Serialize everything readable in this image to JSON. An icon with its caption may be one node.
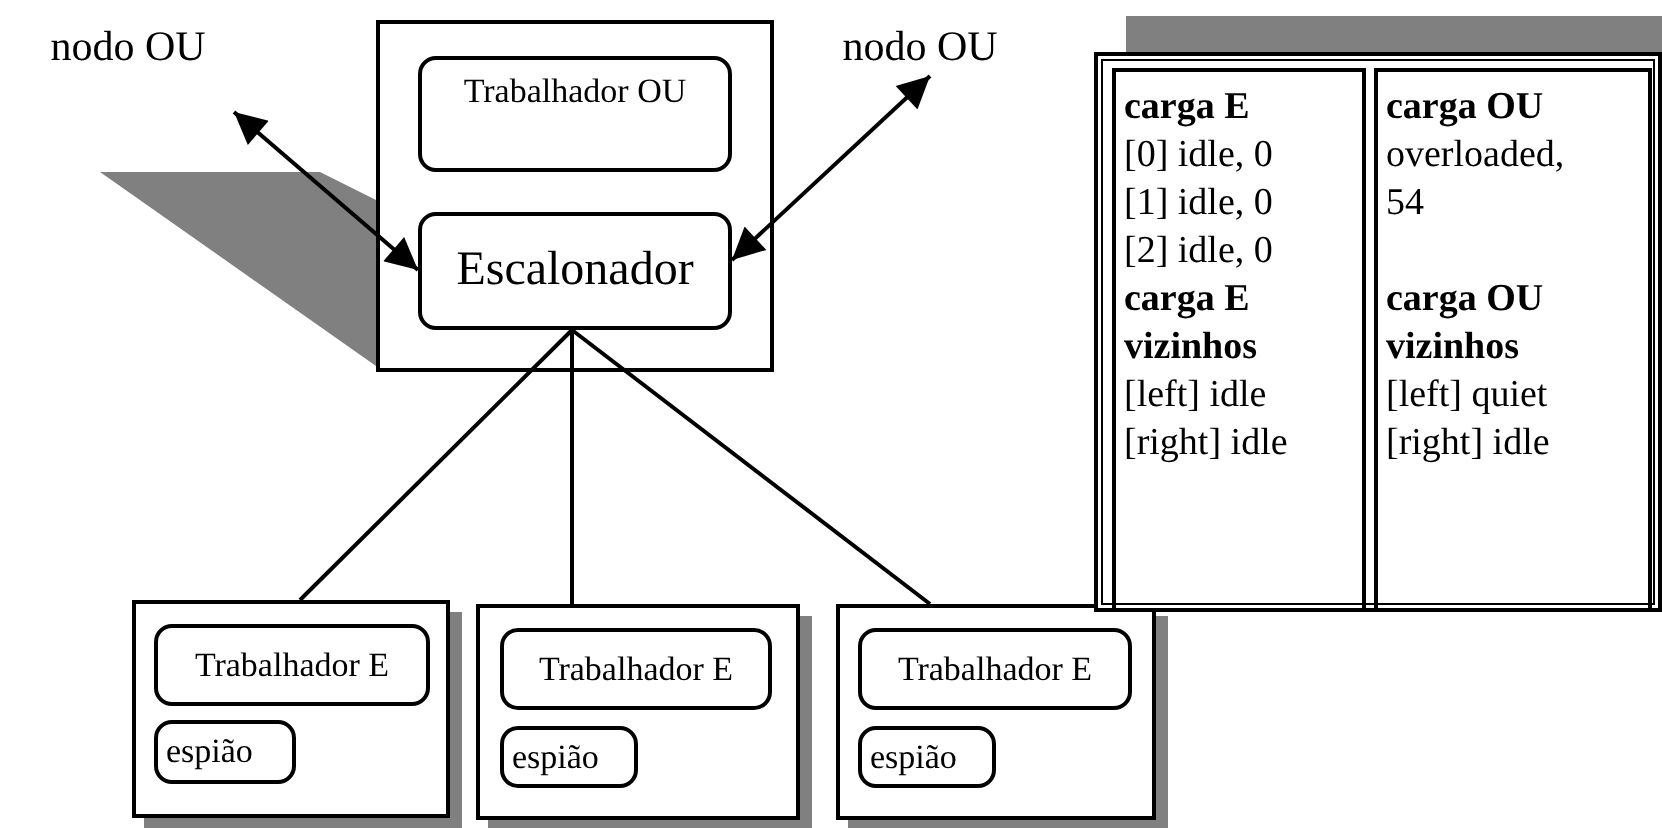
{
  "diagram": {
    "nodes": [
      {
        "text": [
          "nodo OU"
        ]
      },
      {
        "text": [
          "nodo OU"
        ]
      },
      {
        "text": [],
        "shape": "box"
      },
      {
        "text": [
          "Trabalhador OU"
        ],
        "in": 2
      },
      {
        "text": [
          "Escalonador"
        ],
        "in": 2
      },
      {
        "text": [],
        "shape": "box"
      },
      {
        "text": [
          "Trabalhador E"
        ],
        "in": 5
      },
      {
        "text": [
          "espião"
        ],
        "in": 5
      },
      {
        "text": [],
        "shape": "box"
      },
      {
        "text": [
          "Trabalhador E"
        ],
        "in": 8
      },
      {
        "text": [
          "espião"
        ],
        "in": 8
      },
      {
        "text": [],
        "shape": "box"
      },
      {
        "text": [
          "Trabalhador E"
        ],
        "in": 11
      },
      {
        "text": [
          "espião"
        ],
        "in": 11
      },
      {
        "text": [],
        "shape": "box"
      },
      {
        "text": [
          "carga E",
          "[0] idle, 0",
          "[1] idle, 0",
          "[2] idle, 0",
          "carga E vizinhos",
          "[left] idle",
          "[right] idle"
        ],
        "in": 14
      },
      {
        "text": [
          "carga OU",
          "overloaded, 54",
          "carga OU vizinhos",
          "[left] quiet",
          "[right] idle"
        ],
        "in": 14
      }
    ],
    "edges": [
      {
        "from": 4,
        "to": 0,
        "arrow": "both"
      },
      {
        "from": 4,
        "to": 1,
        "arrow": "both"
      },
      {
        "from": 4,
        "to": 5,
        "arrow": "none"
      },
      {
        "from": 4,
        "to": 8,
        "arrow": "none"
      },
      {
        "from": 4,
        "to": 11,
        "arrow": "none"
      }
    ]
  }
}
